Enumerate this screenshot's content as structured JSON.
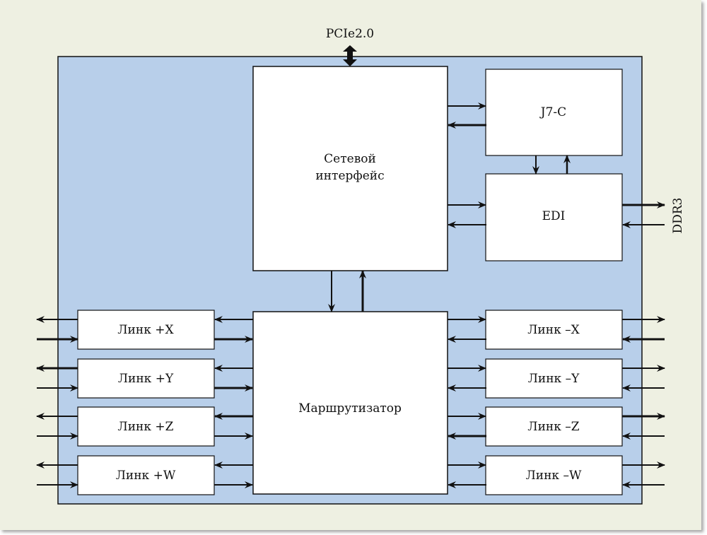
{
  "diagram": {
    "external": {
      "pcie": "PCIe2.0",
      "ddr": "DDR3"
    },
    "blocks": {
      "network_interface": [
        "Сетевой",
        "интерфейс"
      ],
      "j7c": "J7-C",
      "edi": "EDI",
      "router": "Маршрутизатор"
    },
    "links_left": [
      "Линк +X",
      "Линк +Y",
      "Линк +Z",
      "Линк +W"
    ],
    "links_right": [
      "Линк –X",
      "Линк –Y",
      "Линк –Z",
      "Линк –W"
    ],
    "colors": {
      "background": "#eef0e2",
      "chip": "#b8cfea",
      "block": "#ffffff",
      "stroke": "#111111"
    }
  }
}
